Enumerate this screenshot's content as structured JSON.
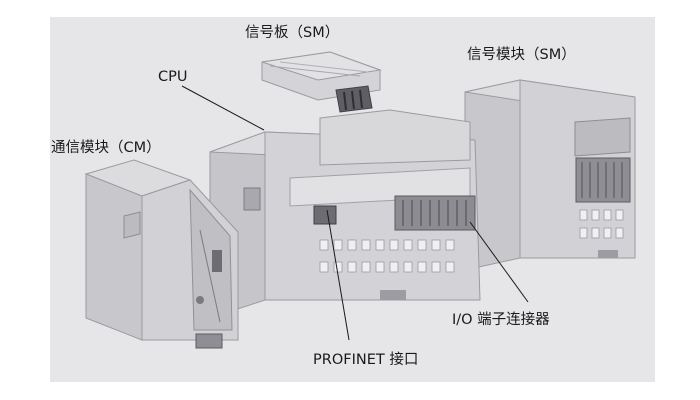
{
  "labels": {
    "signal_board": "信号板（SM）",
    "signal_module": "信号模块（SM）",
    "cpu": "CPU",
    "comm_module": "通信模块（CM）",
    "io_connector": "I/O 端子连接器",
    "profinet": "PROFINET 接口"
  },
  "colors": {
    "panel_background": "#e6e6e8",
    "module_light": "#d9d9dc",
    "module_mid": "#c4c4c8",
    "module_dark": "#a9a9ae",
    "leader_line": "#1a1a1a"
  }
}
